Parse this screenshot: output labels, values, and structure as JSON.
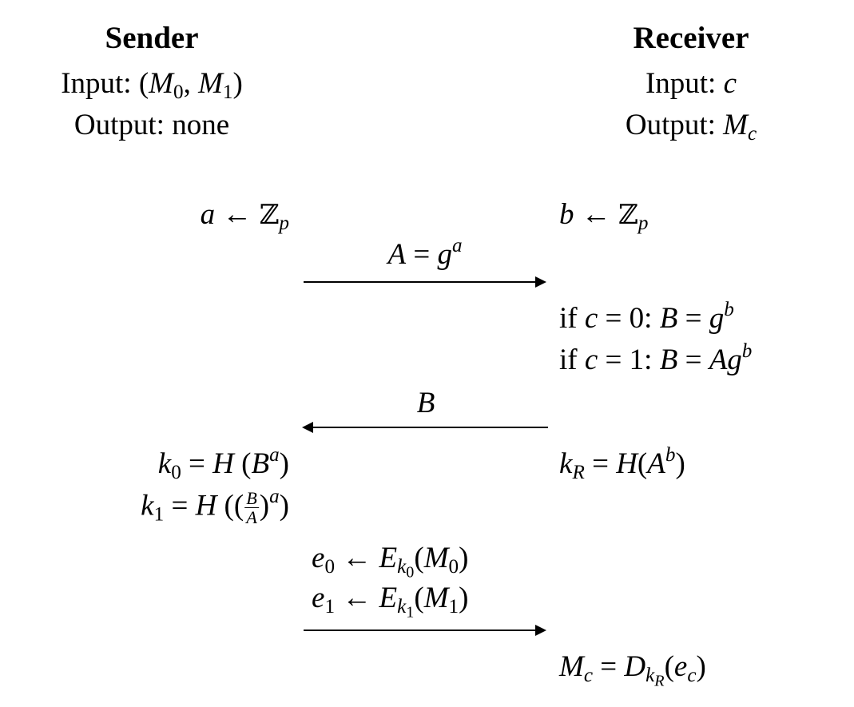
{
  "sender": {
    "title": "Sender",
    "input_label": "Input: ",
    "input_value_open": "(",
    "input_m": "M",
    "input_sub0": "0",
    "input_comma": ", ",
    "input_m2": "M",
    "input_sub1": "1",
    "input_value_close": ")",
    "output_label": "Output: none"
  },
  "receiver": {
    "title": "Receiver",
    "input_label": "Input: ",
    "input_value": "c",
    "output_label": "Output: ",
    "output_m": "M",
    "output_sub": "c"
  },
  "steps": {
    "sender_sample": {
      "var": "a",
      "arrow": " ← ",
      "set": "ℤ",
      "set_sub": "p"
    },
    "receiver_sample": {
      "var": "b",
      "arrow": " ← ",
      "set": "ℤ",
      "set_sub": "p"
    },
    "msg1": {
      "lhs": "A",
      "eq": " = ",
      "base": "g",
      "exp": "a",
      "direction": "sender-to-receiver"
    },
    "receiver_cond0": {
      "if": "if ",
      "c": "c",
      "eq": " = 0: ",
      "B": "B",
      "eq2": " = ",
      "base": "g",
      "exp": "b"
    },
    "receiver_cond1": {
      "if": "if ",
      "c": "c",
      "eq": " = 1: ",
      "B": "B",
      "eq2": " = ",
      "A": "A",
      "base": "g",
      "exp": "b"
    },
    "msg2": {
      "label": "B",
      "direction": "receiver-to-sender"
    },
    "sender_k0": {
      "k": "k",
      "sub": "0",
      "eq": " = ",
      "H": "H",
      "open": " (",
      "B": "B",
      "exp": "a",
      "close": ")"
    },
    "sender_k1": {
      "k": "k",
      "sub": "1",
      "eq": " = ",
      "H": "H",
      "open": " ((",
      "num": "B",
      "den": "A",
      "close1": ")",
      "exp": "a",
      "close2": ")"
    },
    "receiver_kR": {
      "k": "k",
      "sub": "R",
      "eq": " = ",
      "H": "H",
      "open": "(",
      "A": "A",
      "exp": "b",
      "close": ")"
    },
    "msg3": {
      "e0": {
        "e": "e",
        "sub": "0",
        "arrow": " ← ",
        "E": "E",
        "k": "k",
        "ksub": "0",
        "open": "(",
        "M": "M",
        "msub": "0",
        "close": ")"
      },
      "e1": {
        "e": "e",
        "sub": "1",
        "arrow": " ← ",
        "E": "E",
        "k": "k",
        "ksub": "1",
        "open": "(",
        "M": "M",
        "msub": "1",
        "close": ")"
      },
      "direction": "sender-to-receiver"
    },
    "receiver_output": {
      "M": "M",
      "msub": "c",
      "eq": " = ",
      "D": "D",
      "k": "k",
      "ksub": "R",
      "open": "(",
      "e": "e",
      "esub": "c",
      "close": ")"
    }
  }
}
